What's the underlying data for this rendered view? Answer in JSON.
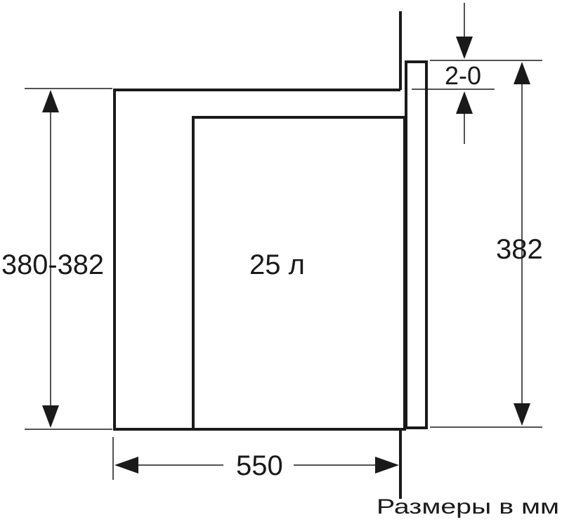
{
  "diagram": {
    "volume_label": "25 л",
    "height_left_label": "380-382",
    "height_right_label": "382",
    "depth_label": "550",
    "gap_label": "2-0",
    "units_note": "Размеры в мм"
  },
  "colors": {
    "line": "#1a1a1a",
    "background": "#ffffff"
  }
}
